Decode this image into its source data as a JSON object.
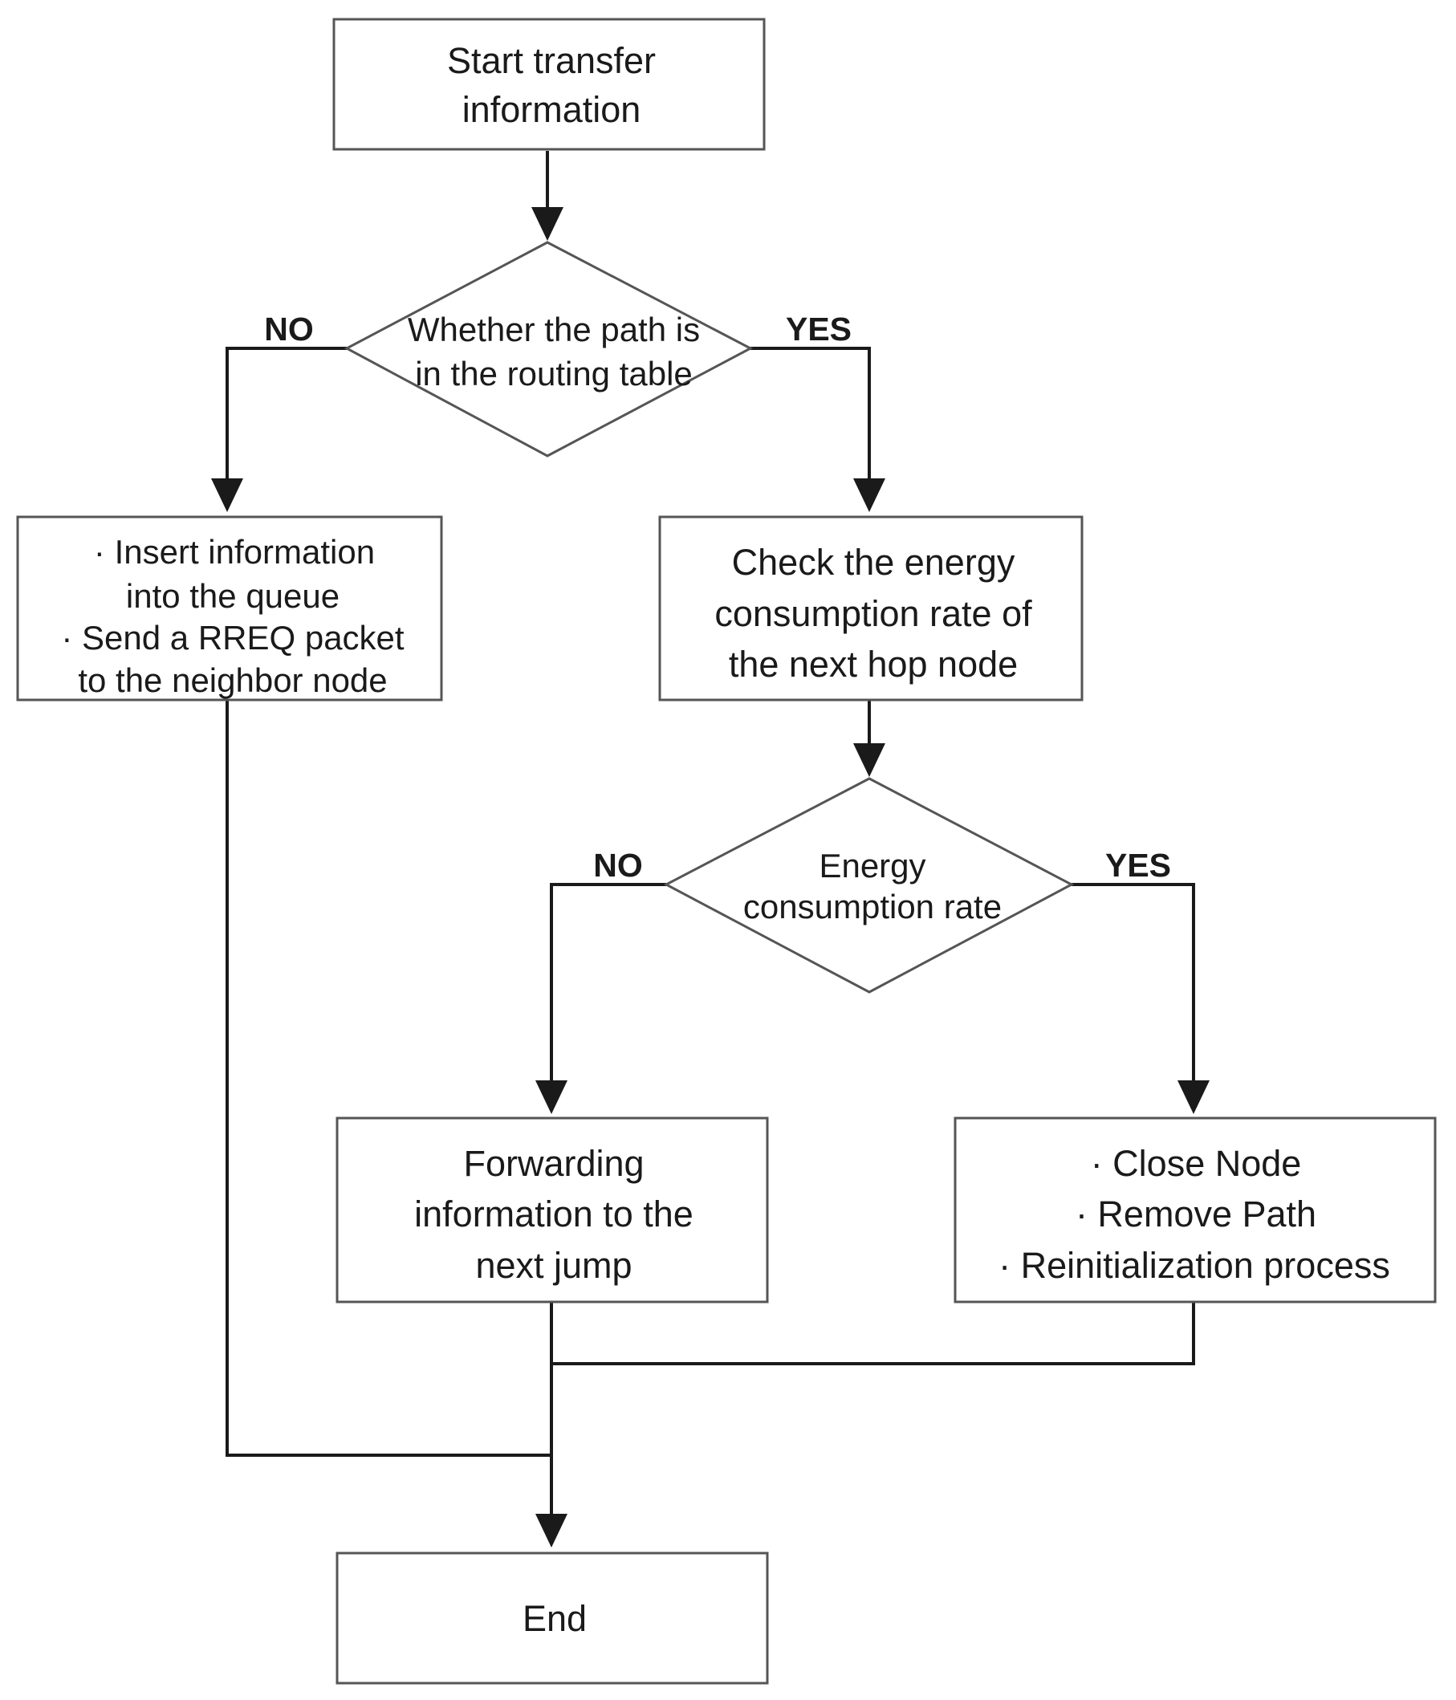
{
  "flowchart": {
    "start": {
      "lines": [
        "Start transfer",
        "information"
      ]
    },
    "decision_routing": {
      "lines": [
        "Whether the path is",
        "in the routing table"
      ],
      "no_label": "NO",
      "yes_label": "YES"
    },
    "queue_box": {
      "lines": [
        "· Insert information",
        "into the queue",
        "· Send a RREQ packet",
        "to the neighbor node"
      ]
    },
    "check_box": {
      "lines": [
        "Check the energy",
        "consumption rate of",
        "the next hop node"
      ]
    },
    "decision_energy": {
      "lines": [
        "Energy",
        "consumption rate"
      ],
      "no_label": "NO",
      "yes_label": "YES"
    },
    "forward_box": {
      "lines": [
        "Forwarding",
        "information to the",
        "next jump"
      ]
    },
    "close_box": {
      "lines": [
        "· Close Node",
        "· Remove Path",
        "· Reinitialization process"
      ]
    },
    "end": {
      "label": "End"
    }
  }
}
